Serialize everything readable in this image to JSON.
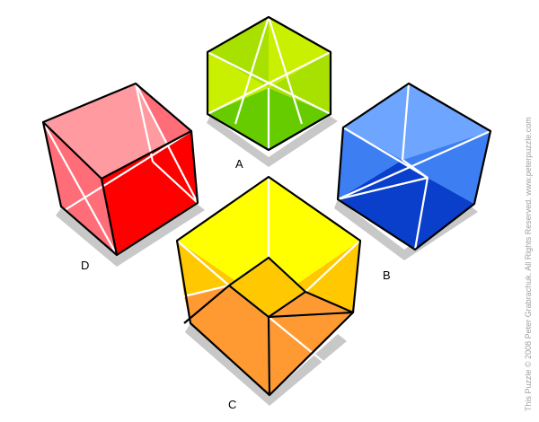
{
  "cubes": [
    {
      "id": "A",
      "label": "A",
      "top_color": "#a8e000",
      "side_color": "#c8f000",
      "bottom_color": "#66cc00"
    },
    {
      "id": "B",
      "label": "B",
      "top_color": "#6ea6ff",
      "side_color": "#3d7ff2",
      "bottom_color": "#0a3fcc"
    },
    {
      "id": "C",
      "label": "C",
      "top_color": "#ffff00",
      "side_color": "#ffc800",
      "bottom_color": "#ff9a33"
    },
    {
      "id": "D",
      "label": "D",
      "top_color": "#ff9aa0",
      "side_color": "#ff6d78",
      "bottom_color": "#ff0000"
    }
  ],
  "colors": {
    "shadow": "#c8c8c8",
    "edge": "#000000",
    "crease": "#ffffff"
  },
  "copyright": "This Puzzle © 2008 Peter Grabrachuk. All Rights Reserved. www.peterpuzzle.com"
}
